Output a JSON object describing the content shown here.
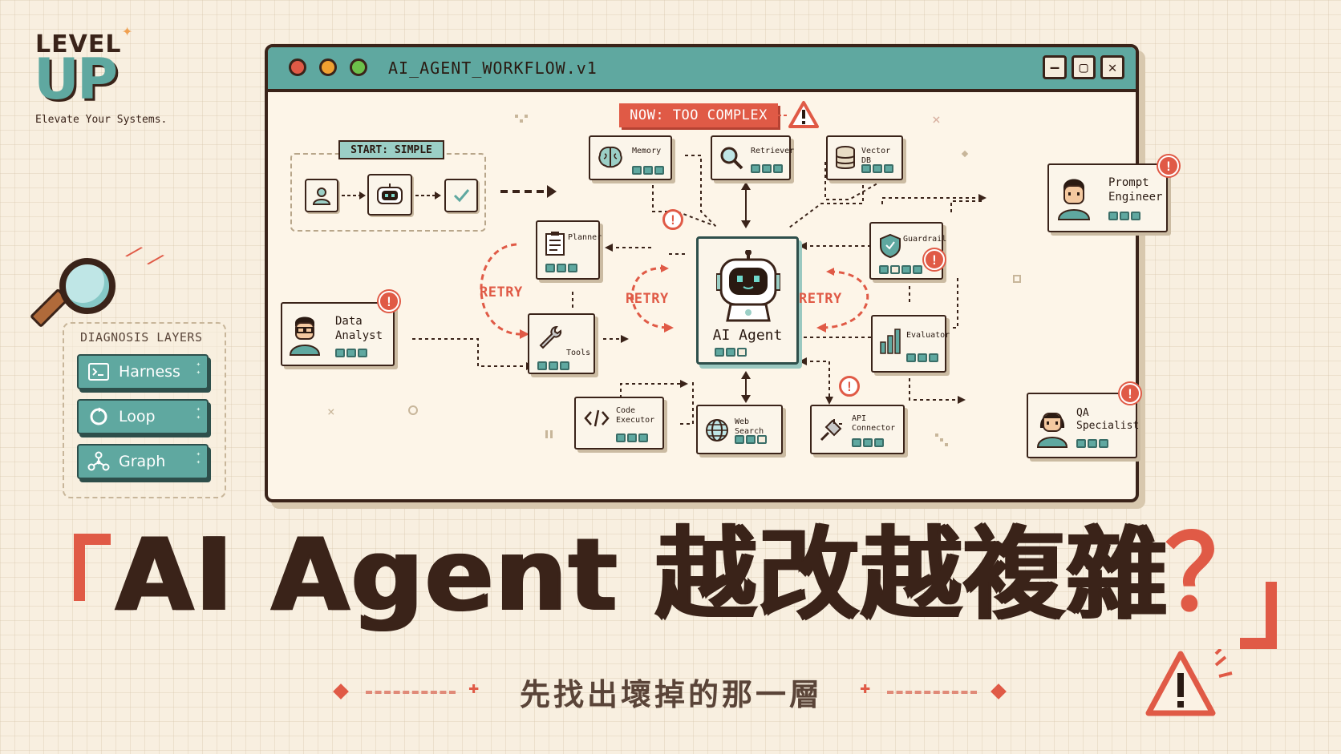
{
  "brand": {
    "level": "LEVEL",
    "up": "UP",
    "tagline": "Elevate Your Systems."
  },
  "diagnosis": {
    "title": "DIAGNOSIS LAYERS",
    "layers": [
      {
        "label": "Harness",
        "icon": "terminal-icon"
      },
      {
        "label": "Loop",
        "icon": "loop-icon"
      },
      {
        "label": "Graph",
        "icon": "graph-icon"
      }
    ]
  },
  "window": {
    "title": "AI_AGENT_WORKFLOW.v1",
    "controls": [
      "minimize",
      "maximize",
      "close"
    ]
  },
  "diagram": {
    "start_label": "START: SIMPLE",
    "now_label": "NOW: TOO COMPLEX",
    "center": "AI Agent",
    "retry_label": "RETRY",
    "nodes": {
      "memory": "Memory",
      "retriever": "Retriever",
      "vector_db": "Vector DB",
      "planner": "Planner",
      "tools": "Tools",
      "guardrail": "Guardrail",
      "evaluator": "Evaluator",
      "code_executor_1": "Code",
      "code_executor_2": "Executor",
      "web_search": "Web Search",
      "api_connector_1": "API",
      "api_connector_2": "Connector"
    },
    "people": {
      "prompt_engineer_1": "Prompt",
      "prompt_engineer_2": "Engineer",
      "data_analyst_1": "Data",
      "data_analyst_2": "Analyst",
      "qa_specialist_1": "QA",
      "qa_specialist_2": "Specialist"
    }
  },
  "headline": {
    "main": "AI Agent 越改越複雜",
    "question": "？",
    "subtitle": "先找出壞掉的那一層"
  },
  "colors": {
    "teal": "#5fa8a0",
    "red": "#e05a46",
    "ink": "#3a2319",
    "paper": "#f8efe0"
  }
}
